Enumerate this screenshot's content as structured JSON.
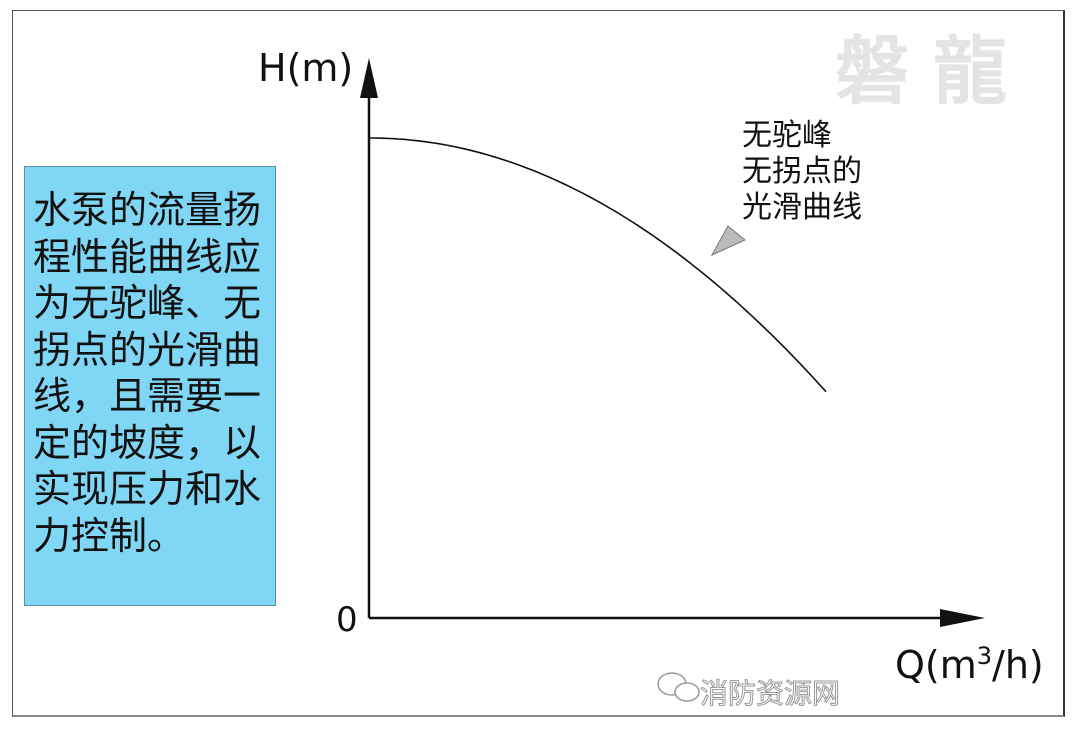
{
  "watermark_top": "磐龍",
  "watermark_bottom": "消防资源网",
  "note_text": "水泵的流量扬程性能曲线应为无驼峰、无拐点的光滑曲线，且需要一定的坡度，以实现压力和水力控制。",
  "note_color": "#7fd7f5",
  "y_axis_label": "H(m)",
  "x_axis_label_main": "Q(m",
  "x_axis_label_sup": "3",
  "x_axis_label_end": "/h)",
  "origin_label": "0",
  "callout_lines": [
    "无驼峰",
    "无拐点的",
    "光滑曲线"
  ],
  "curve_shape": "smooth concave-down decreasing curve, no hump, no inflection",
  "icons": {
    "wechat": "wechat-icon"
  }
}
